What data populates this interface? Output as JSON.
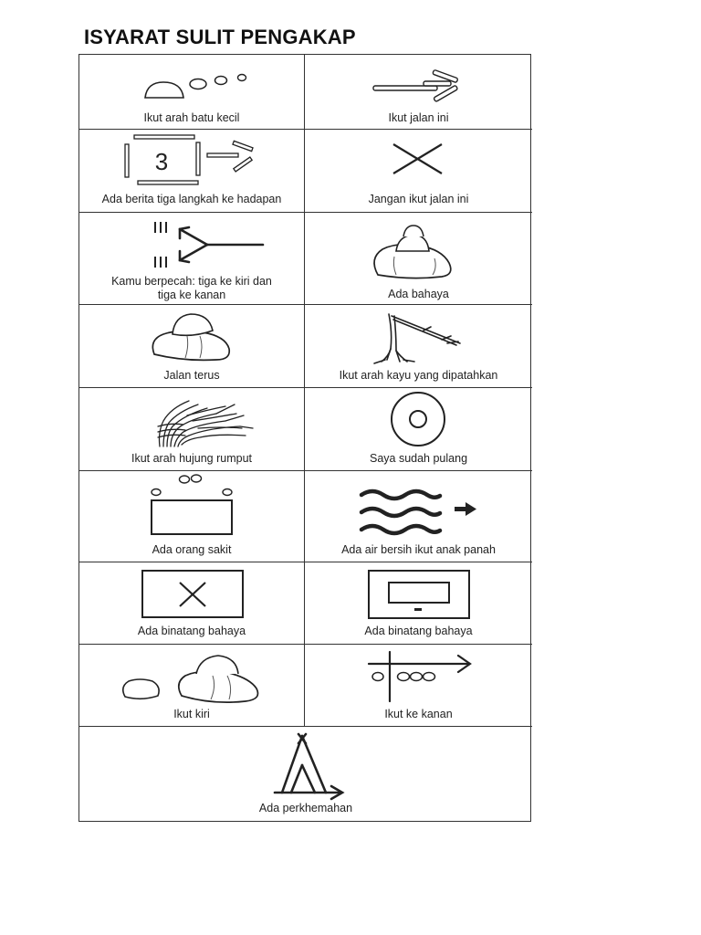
{
  "page": {
    "title": "ISYARAT SULIT PENGAKAP"
  },
  "signs": [
    {
      "id": "batu-kecil",
      "label": "Ikut arah batu kecil",
      "icon": "small-stones-icon"
    },
    {
      "id": "jalan-ini",
      "label": "Ikut jalan ini",
      "icon": "sticks-path-icon"
    },
    {
      "id": "berita-tiga-langkah",
      "label": "Ada berita tiga langkah ke hadapan",
      "icon": "message-three-steps-icon",
      "number": "3"
    },
    {
      "id": "jangan-ikut",
      "label": "Jangan ikut jalan ini",
      "icon": "x-cross-icon"
    },
    {
      "id": "berpecah",
      "label_line1": "Kamu berpecah: tiga ke kiri dan",
      "label_line2": "tiga ke kanan",
      "icon": "split-arrow-icon"
    },
    {
      "id": "ada-bahaya",
      "label": "Ada bahaya",
      "icon": "stacked-stones-danger-icon"
    },
    {
      "id": "jalan-terus",
      "label": "Jalan terus",
      "icon": "stone-pile-icon"
    },
    {
      "id": "kayu-dipatahkan",
      "label": "Ikut arah kayu yang dipatahkan",
      "icon": "broken-branch-icon"
    },
    {
      "id": "hujung-rumput",
      "label": "Ikut arah hujung rumput",
      "icon": "grass-tuft-icon"
    },
    {
      "id": "sudah-pulang",
      "label": "Saya sudah pulang",
      "icon": "concentric-circle-icon"
    },
    {
      "id": "orang-sakit",
      "label": "Ada orang sakit",
      "icon": "rectangle-stones-icon"
    },
    {
      "id": "air-bersih",
      "label": "Ada air bersih ikut anak panah",
      "icon": "water-waves-arrow-icon"
    },
    {
      "id": "binatang-bahaya-1",
      "label": "Ada binatang bahaya",
      "icon": "boxed-x-icon"
    },
    {
      "id": "binatang-bahaya-2",
      "label": "Ada binatang bahaya",
      "icon": "boxed-rectangle-icon"
    },
    {
      "id": "ikut-kiri",
      "label": "Ikut kiri",
      "icon": "stones-left-icon"
    },
    {
      "id": "ikut-kanan",
      "label": "Ikut ke kanan",
      "icon": "cross-arrow-stones-icon"
    },
    {
      "id": "perkhemahan",
      "label": "Ada perkhemahan",
      "icon": "tent-arrow-icon"
    }
  ]
}
